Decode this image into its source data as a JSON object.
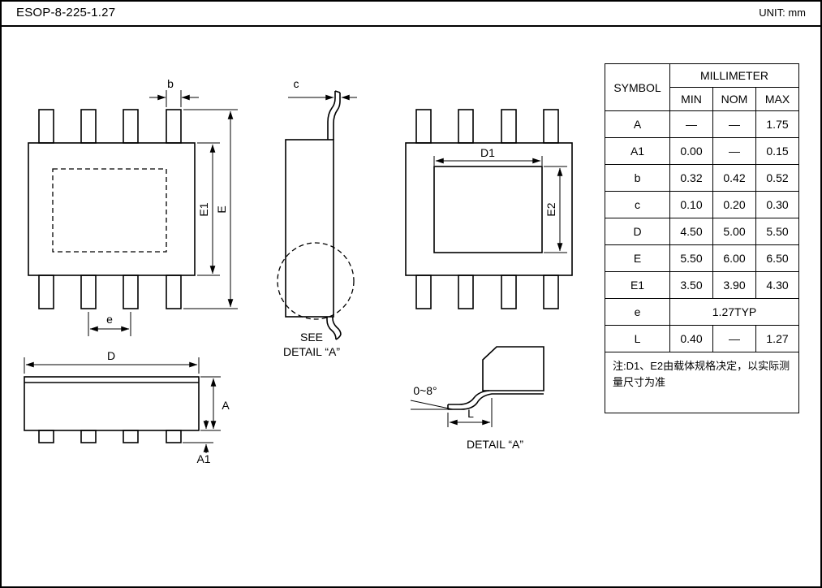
{
  "header": {
    "title": "ESOP-8-225-1.27",
    "unit_label": "UNIT: mm"
  },
  "drawing": {
    "labels": {
      "b": "b",
      "c": "c",
      "e": "e",
      "E": "E",
      "E1": "E1",
      "E2": "E2",
      "D": "D",
      "D1": "D1",
      "A": "A",
      "A1": "A1",
      "L": "L",
      "angle": "0~8°",
      "see": "SEE",
      "detail_ref": "DETAIL “A”",
      "detail_title": "DETAIL “A”"
    }
  },
  "table": {
    "headers": {
      "symbol": "SYMBOL",
      "group": "MILLIMETER",
      "min": "MIN",
      "nom": "NOM",
      "max": "MAX"
    },
    "rows": [
      {
        "symbol": "A",
        "min": "—",
        "nom": "—",
        "max": "1.75"
      },
      {
        "symbol": "A1",
        "min": "0.00",
        "nom": "—",
        "max": "0.15"
      },
      {
        "symbol": "b",
        "min": "0.32",
        "nom": "0.42",
        "max": "0.52"
      },
      {
        "symbol": "c",
        "min": "0.10",
        "nom": "0.20",
        "max": "0.30"
      },
      {
        "symbol": "D",
        "min": "4.50",
        "nom": "5.00",
        "max": "5.50"
      },
      {
        "symbol": "E",
        "min": "5.50",
        "nom": "6.00",
        "max": "6.50"
      },
      {
        "symbol": "E1",
        "min": "3.50",
        "nom": "3.90",
        "max": "4.30"
      },
      {
        "symbol": "e",
        "span": "1.27TYP"
      },
      {
        "symbol": "L",
        "min": "0.40",
        "nom": "—",
        "max": "1.27"
      }
    ],
    "note": "注:D1、E2由载体规格决定，以实际测量尺寸为准"
  }
}
